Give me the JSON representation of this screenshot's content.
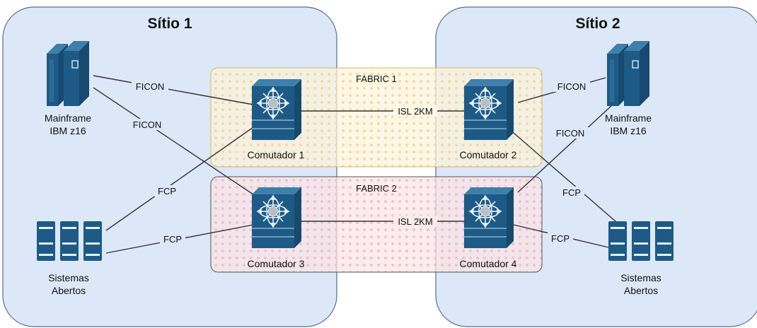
{
  "sites": [
    {
      "id": "site1",
      "title": "Sítio 1"
    },
    {
      "id": "site2",
      "title": "Sítio 2"
    }
  ],
  "fabrics": [
    {
      "id": "fabric1",
      "label": "FABRIC 1"
    },
    {
      "id": "fabric2",
      "label": "FABRIC 2"
    }
  ],
  "nodes": {
    "mainframe_1": {
      "line1": "Mainframe",
      "line2": "IBM z16"
    },
    "mainframe_2": {
      "line1": "Mainframe",
      "line2": "IBM z16"
    },
    "open_systems_1": {
      "line1": "Sistemas",
      "line2": "Abertos"
    },
    "open_systems_2": {
      "line1": "Sistemas",
      "line2": "Abertos"
    },
    "switch_1": {
      "label": "Comutador 1"
    },
    "switch_2": {
      "label": "Comutador 2"
    },
    "switch_3": {
      "label": "Comutador 3"
    },
    "switch_4": {
      "label": "Comutador 4"
    }
  },
  "links": {
    "mf1_sw1": "FICON",
    "mf1_sw3": "FICON",
    "os1_sw1": "FCP",
    "os1_sw3": "FCP",
    "sw1_sw2": "ISL 2KM",
    "sw3_sw4": "ISL 2KM",
    "mf2_sw2": "FICON",
    "mf2_sw4": "FICON",
    "os2_sw2": "FCP",
    "os2_sw4": "FCP"
  },
  "colors": {
    "site_fill": "#dce8f8",
    "site_stroke": "#5b6e8a",
    "fabric1_fill": "#fdf4dc",
    "fabric1_stroke": "#d9b860",
    "fabric2_fill": "#fbe4e6",
    "fabric2_stroke": "#555555",
    "device_blue": "#1d5b86",
    "device_dark": "#174a6e",
    "line": "#333333"
  }
}
